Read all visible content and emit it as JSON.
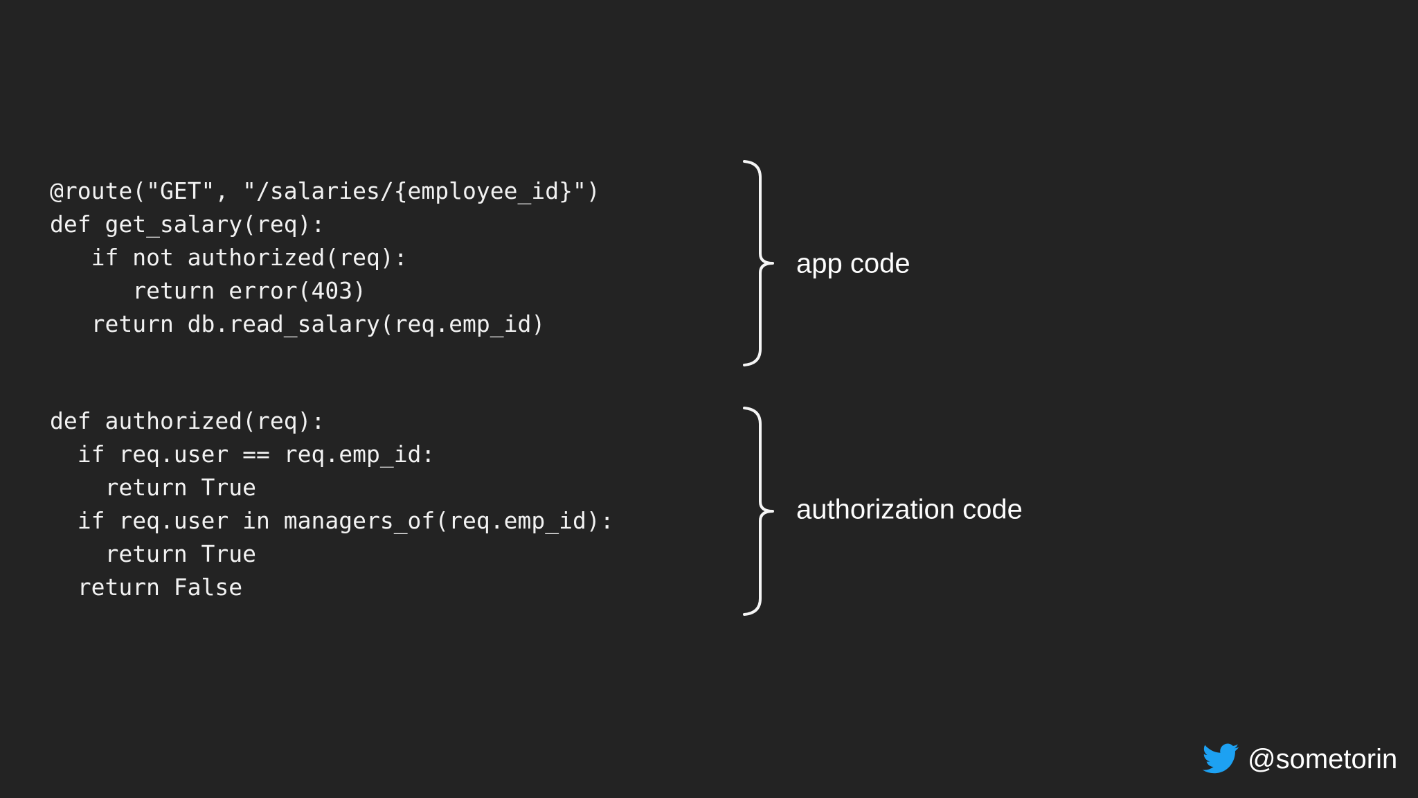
{
  "code_blocks": [
    {
      "name": "app-code-snippet",
      "lines": [
        "@route(\"GET\", \"/salaries/{employee_id}\")",
        "def get_salary(req):",
        "   if not authorized(req):",
        "      return error(403)",
        "   return db.read_salary(req.emp_id)"
      ]
    },
    {
      "name": "authorization-code-snippet",
      "lines": [
        "def authorized(req):",
        "  if req.user == req.emp_id:",
        "    return True",
        "  if req.user in managers_of(req.emp_id):",
        "    return True",
        "  return False"
      ]
    }
  ],
  "annotations": [
    {
      "label": "app code"
    },
    {
      "label": "authorization code"
    }
  ],
  "footer": {
    "twitter_handle": "@sometorin"
  },
  "colors": {
    "background": "#232323",
    "code_text": "#f2f2f2",
    "label_text": "#fdfdfd",
    "brace_stroke": "#f5f5f5",
    "twitter_blue": "#1DA1F2"
  }
}
